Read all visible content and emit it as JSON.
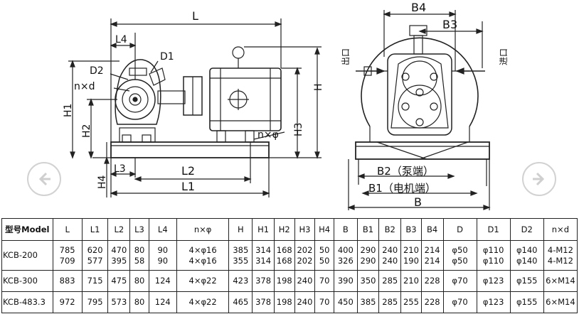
{
  "drawing": {
    "left_view": {
      "labels": {
        "L": "L",
        "L4": "L4",
        "D1": "D1",
        "D2": "D2",
        "nd": "n×d",
        "H1": "H1",
        "H2": "H2",
        "H3": "H3",
        "H": "H",
        "H4": "H4",
        "nphi": "n×φ",
        "L3": "L3",
        "L2": "L2",
        "L1": "L1"
      }
    },
    "right_view": {
      "labels": {
        "B4": "B4",
        "B3": "B3",
        "outlet": "出口",
        "inlet": "进口",
        "B2": "B2（泵端）",
        "B1": "B1（电机端）",
        "B": "B"
      }
    }
  },
  "table": {
    "headers": [
      "型号Model",
      "L",
      "L1",
      "L2",
      "L3",
      "L4",
      "n×φ",
      "H",
      "H1",
      "H2",
      "H3",
      "H4",
      "B",
      "B1",
      "B2",
      "B3",
      "B4",
      "D",
      "D1",
      "D2",
      "n×d"
    ],
    "rows": [
      {
        "model": "KCB-200",
        "cells": [
          [
            "785",
            "709"
          ],
          [
            "620",
            "577"
          ],
          [
            "470",
            "395"
          ],
          [
            "80",
            "58"
          ],
          [
            "90",
            "90"
          ],
          [
            "4×φ16",
            "4×φ16"
          ],
          [
            "385",
            "355"
          ],
          [
            "314",
            "314"
          ],
          [
            "168",
            "168"
          ],
          [
            "202",
            "202"
          ],
          [
            "50",
            "50"
          ],
          [
            "400",
            "326"
          ],
          [
            "290",
            "290"
          ],
          [
            "240",
            "240"
          ],
          [
            "210",
            "190"
          ],
          [
            "214",
            "214"
          ],
          [
            "φ50",
            "φ50"
          ],
          [
            "φ110",
            "φ110"
          ],
          [
            "φ140",
            "φ140"
          ],
          [
            "4-M12",
            "4-M12"
          ]
        ]
      },
      {
        "model": "KCB-300",
        "cells": [
          [
            "883"
          ],
          [
            "715"
          ],
          [
            "475"
          ],
          [
            "80"
          ],
          [
            "124"
          ],
          [
            "4×φ22"
          ],
          [
            "423"
          ],
          [
            "378"
          ],
          [
            "198"
          ],
          [
            "240"
          ],
          [
            "70"
          ],
          [
            "390"
          ],
          [
            "350"
          ],
          [
            "285"
          ],
          [
            "210"
          ],
          [
            "228"
          ],
          [
            "φ70"
          ],
          [
            "φ123"
          ],
          [
            "φ155"
          ],
          [
            "6×M14"
          ]
        ]
      },
      {
        "model": "KCB-483.3",
        "cells": [
          [
            "972"
          ],
          [
            "795"
          ],
          [
            "573"
          ],
          [
            "80"
          ],
          [
            "124"
          ],
          [
            "4×φ22"
          ],
          [
            "465"
          ],
          [
            "378"
          ],
          [
            "198"
          ],
          [
            "240"
          ],
          [
            "70"
          ],
          [
            "450"
          ],
          [
            "385"
          ],
          [
            "285"
          ],
          [
            "255"
          ],
          [
            "228"
          ],
          [
            "φ70"
          ],
          [
            "φ123"
          ],
          [
            "φ155"
          ],
          [
            "6×M14"
          ]
        ]
      }
    ]
  }
}
